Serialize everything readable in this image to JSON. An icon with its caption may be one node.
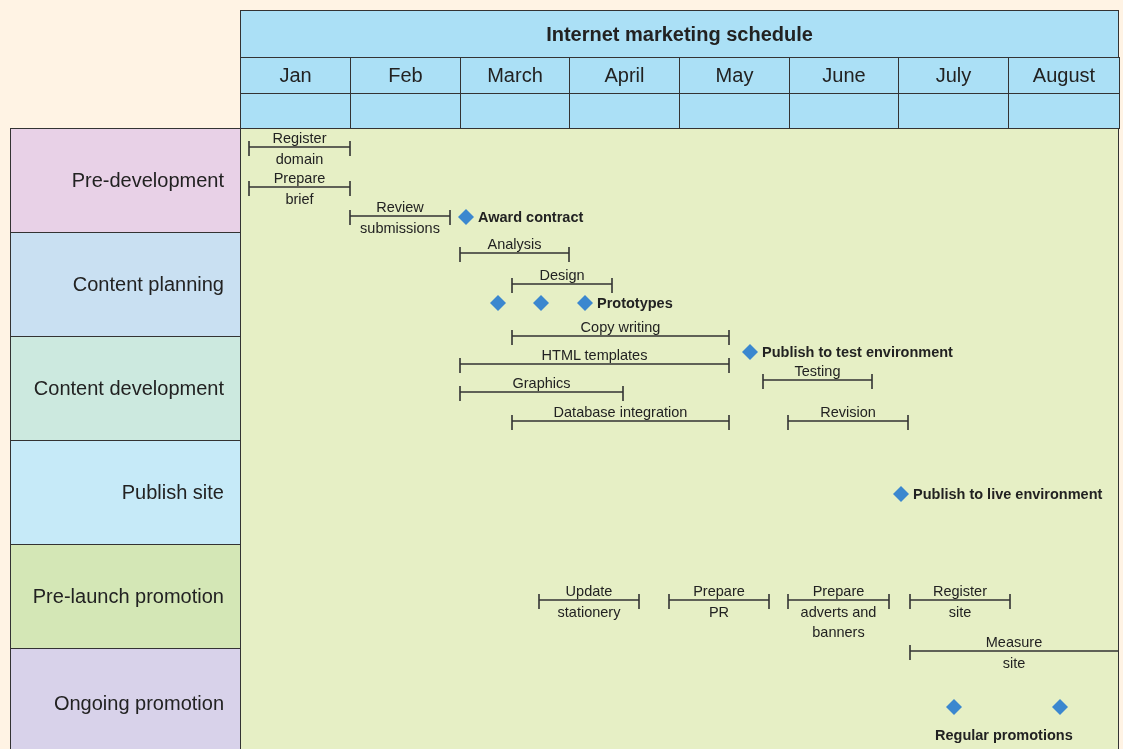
{
  "diagram": {
    "nodes": [
      {
        "text": [
          "Internet marketing schedule"
        ]
      },
      {
        "text": [
          "Jan"
        ]
      },
      {
        "text": [
          "Feb"
        ]
      },
      {
        "text": [
          "March"
        ]
      },
      {
        "text": [
          "April"
        ]
      },
      {
        "text": [
          "May"
        ]
      },
      {
        "text": [
          "June"
        ]
      },
      {
        "text": [
          "July"
        ]
      },
      {
        "text": [
          "August"
        ]
      },
      {
        "text": [
          "Pre-development"
        ]
      },
      {
        "text": [
          "Content planning"
        ]
      },
      {
        "text": [
          "Content development"
        ]
      },
      {
        "text": [
          "Publish site"
        ]
      },
      {
        "text": [
          "Pre-launch promotion"
        ]
      },
      {
        "text": [
          "Ongoing promotion"
        ]
      },
      {
        "text": [
          "Register domain"
        ]
      },
      {
        "text": [
          "Prepare brief"
        ]
      },
      {
        "text": [
          "Review submissions"
        ]
      },
      {
        "text": [
          "Analysis"
        ]
      },
      {
        "text": [
          "Design"
        ]
      },
      {
        "text": [
          "Copy writing"
        ]
      },
      {
        "text": [
          "HTML templates"
        ]
      },
      {
        "text": [
          "Graphics"
        ]
      },
      {
        "text": [
          "Database integration"
        ]
      },
      {
        "text": [
          "Testing"
        ]
      },
      {
        "text": [
          "Revision"
        ]
      },
      {
        "text": [
          "Update stationery"
        ]
      },
      {
        "text": [
          "Prepare PR"
        ]
      },
      {
        "text": [
          "Prepare adverts and banners"
        ]
      },
      {
        "text": [
          "Register site"
        ]
      },
      {
        "text": [
          "Measure site"
        ]
      },
      {
        "text": [],
        "shape": "diamond",
        "beside": [
          "Award contract"
        ]
      },
      {
        "text": [],
        "shape": "diamond"
      },
      {
        "text": [],
        "shape": "diamond"
      },
      {
        "text": [],
        "shape": "diamond",
        "beside": [
          "Prototypes"
        ]
      },
      {
        "text": [],
        "shape": "diamond",
        "beside": [
          "Publish to test environment"
        ]
      },
      {
        "text": [],
        "shape": "diamond",
        "beside": [
          "Publish to live environment"
        ]
      },
      {
        "text": [],
        "shape": "diamond"
      },
      {
        "text": [],
        "shape": "diamond"
      }
    ],
    "labels": [
      "Regular promotions"
    ]
  }
}
